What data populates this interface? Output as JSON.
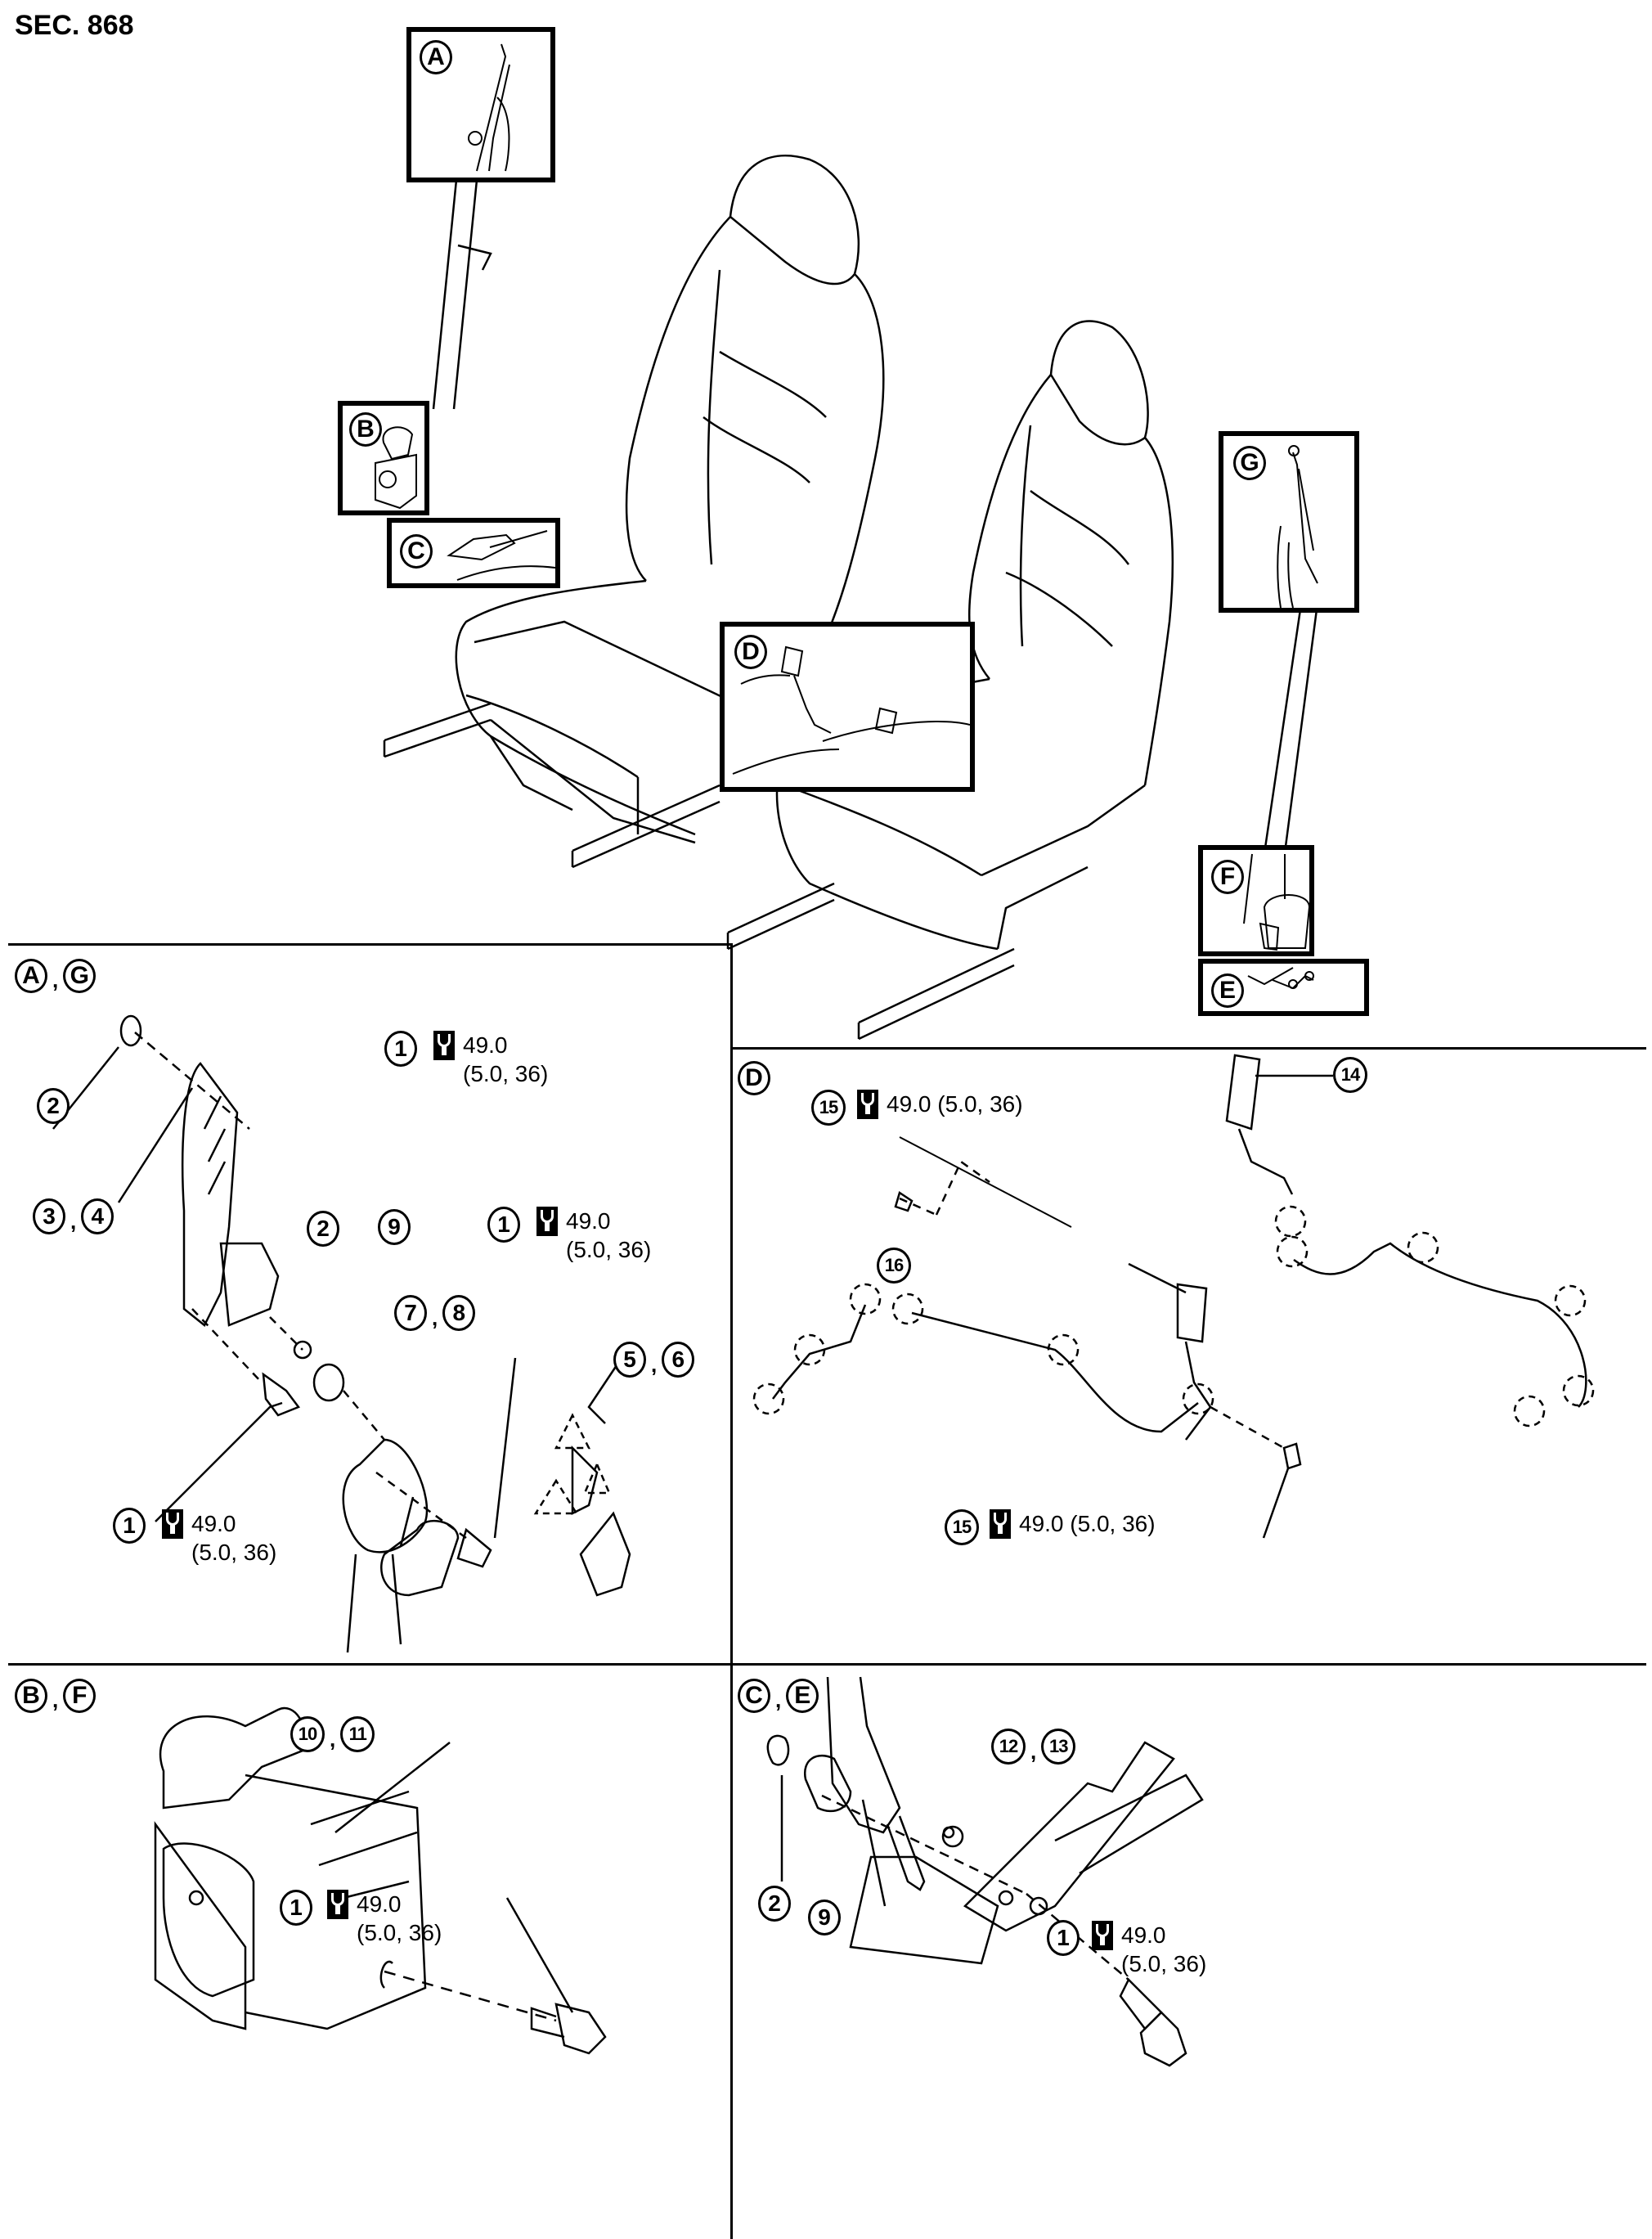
{
  "header": {
    "section_label": "SEC. 868"
  },
  "overview": {
    "callouts": [
      {
        "id": "A",
        "letter": "A"
      },
      {
        "id": "B",
        "letter": "B"
      },
      {
        "id": "C",
        "letter": "C"
      },
      {
        "id": "D",
        "letter": "D"
      },
      {
        "id": "E",
        "letter": "E"
      },
      {
        "id": "F",
        "letter": "F"
      },
      {
        "id": "G",
        "letter": "G"
      }
    ]
  },
  "torque": {
    "value": "49.0",
    "units_alt": "(5.0, 36)",
    "inline": "49.0 (5.0, 36)",
    "icon": "torque-wrench-icon"
  },
  "panels": {
    "ag": {
      "letters": [
        "A",
        "G"
      ],
      "parts": {
        "p1a": "1",
        "p2a": "2",
        "p34a": "3",
        "p34b": "4",
        "p2b": "2",
        "p9": "9",
        "p78a": "7",
        "p78b": "8",
        "p1b": "1",
        "p56a": "5",
        "p56b": "6",
        "p1c": "1"
      }
    },
    "d": {
      "letter": "D",
      "parts": {
        "p15a": "15",
        "p14": "14",
        "p16": "16",
        "p15b": "15"
      }
    },
    "bf": {
      "letters": [
        "B",
        "F"
      ],
      "parts": {
        "p10": "10",
        "p11": "11",
        "p1": "1"
      }
    },
    "ce": {
      "letters": [
        "C",
        "E"
      ],
      "parts": {
        "p2": "2",
        "p9": "9",
        "p12": "12",
        "p13": "13",
        "p1": "1"
      }
    }
  }
}
